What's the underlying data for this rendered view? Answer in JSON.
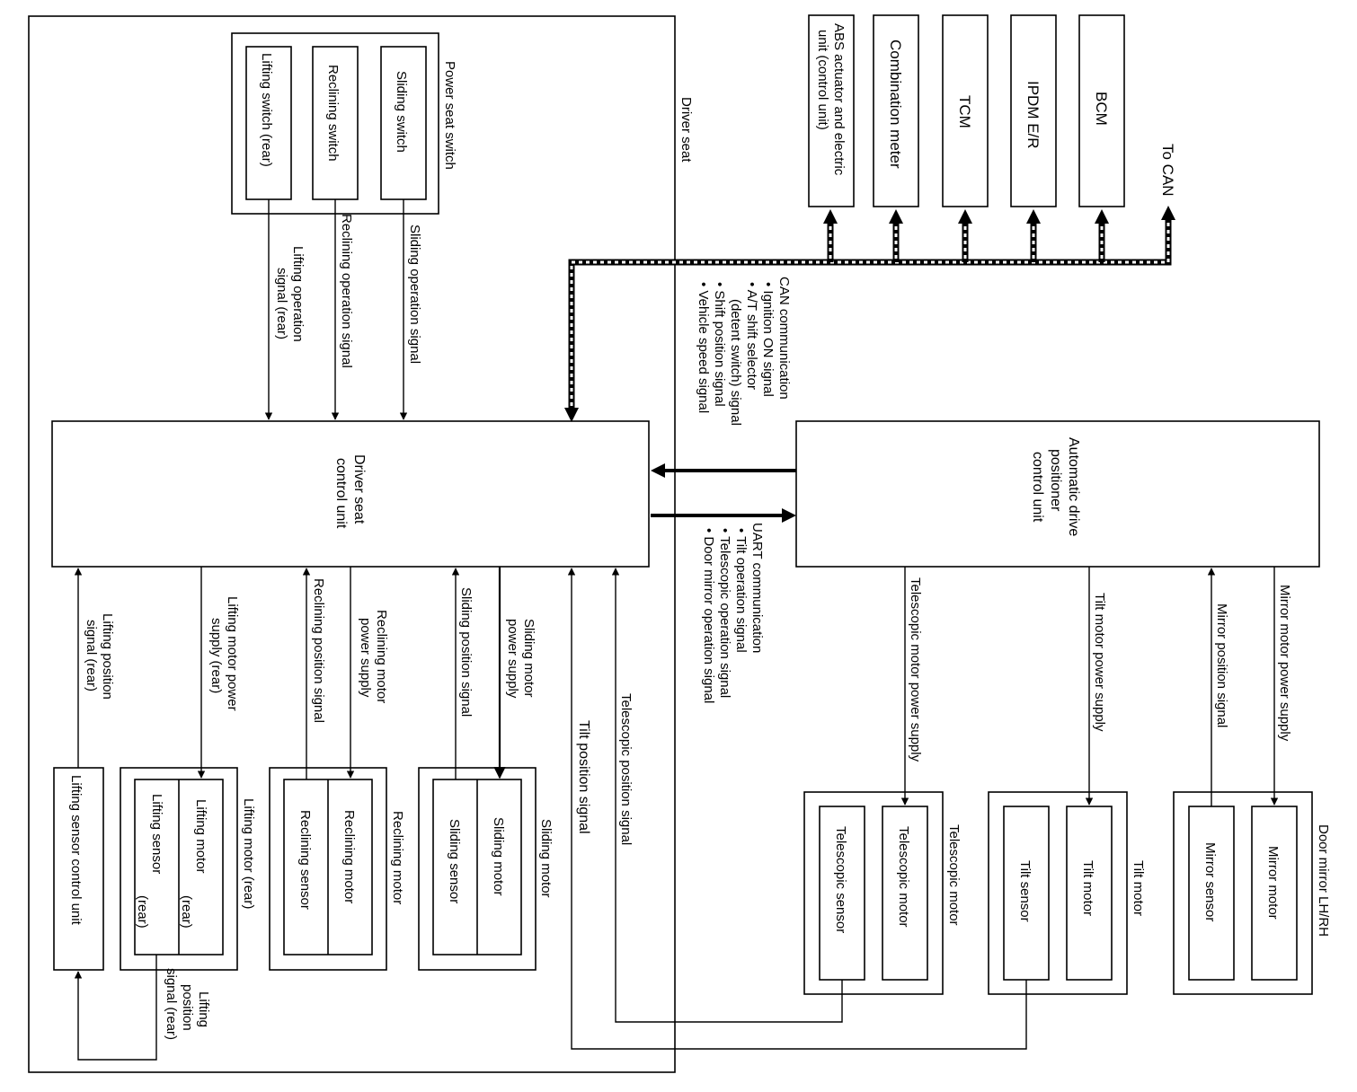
{
  "driver_seat": {
    "label": "Driver seat"
  },
  "power_seat_switch": {
    "label": "Power seat switch",
    "items": [
      "Lifting switch (rear)",
      "Reclining switch",
      "Sliding switch"
    ]
  },
  "driver_seat_control_unit": {
    "label_lines": [
      "Driver seat",
      "control unit"
    ]
  },
  "automatic_drive_positioner": {
    "label_lines": [
      "Automatic drive",
      "positioner",
      "control unit"
    ]
  },
  "can_modules": {
    "abs_lines": [
      "ABS actuator and electric",
      "unit (control unit)"
    ],
    "combination_meter": "Combination meter",
    "tcm": "TCM",
    "ipdm": "IPDM E/R",
    "bcm": "BCM",
    "to_can": "To CAN"
  },
  "can_communication": {
    "lines": [
      "CAN communication",
      "• Ignition ON signal",
      "• A/T shift selector",
      "(detent switch) signal",
      "• Shift position signal",
      "• Vehicle speed signal"
    ]
  },
  "uart_communication": {
    "lines": [
      "UART communication",
      "• Tilt operation signal",
      "• Telescopic operation signal",
      "• Door mirror operation signal"
    ]
  },
  "switch_signals": {
    "sliding": "Sliding operation signal",
    "reclining": "Reclining operation signal",
    "lifting_lines": [
      "Lifting operation",
      "signal (rear)"
    ]
  },
  "seat_signals": {
    "lifting_position_lines": [
      "Lifting position",
      "signal (rear)"
    ],
    "lifting_motor_power_lines": [
      "Lifting motor power",
      "supply (rear)"
    ],
    "reclining_position": "Reclining position signal",
    "reclining_motor_power_lines": [
      "Reclining motor",
      "power supply"
    ],
    "sliding_position": "Sliding position signal",
    "sliding_motor_power_lines": [
      "Sliding motor",
      "power supply"
    ],
    "tilt_position": "Tilt position signal",
    "telescopic_position": "Telescopic position signal"
  },
  "adp_signals": {
    "telescopic_motor_power": "Telescopic motor power supply",
    "tilt_motor_power": "Tilt motor power supply",
    "mirror_position": "Mirror position signal",
    "mirror_motor_power": "Mirror motor power supply"
  },
  "seat_actuators": {
    "lifting_sensor_control_unit": "Lifting sensor control unit",
    "lifting_motor_group": "Lifting motor (rear)",
    "lifting_motor_lines": [
      "Lifting motor",
      "(rear)"
    ],
    "lifting_sensor_lines": [
      "Lifting sensor",
      "(rear)"
    ],
    "reclining_group": "Reclining motor",
    "reclining_motor": "Reclining motor",
    "reclining_sensor": "Reclining sensor",
    "sliding_group": "Sliding motor",
    "sliding_motor": "Sliding motor",
    "sliding_sensor": "Sliding sensor",
    "lifting_position_bottom_lines": [
      "Lifting",
      "position",
      "signal (rear)"
    ]
  },
  "adp_actuators": {
    "telescopic_group": "Telescopic motor",
    "telescopic_motor": "Telescopic motor",
    "telescopic_sensor": "Telescopic sensor",
    "tilt_group": "Tilt motor",
    "tilt_motor": "Tilt motor",
    "tilt_sensor": "Tilt sensor",
    "mirror_group": "Door mirror LH/RH",
    "mirror_motor": "Mirror motor",
    "mirror_sensor": "Mirror sensor"
  }
}
